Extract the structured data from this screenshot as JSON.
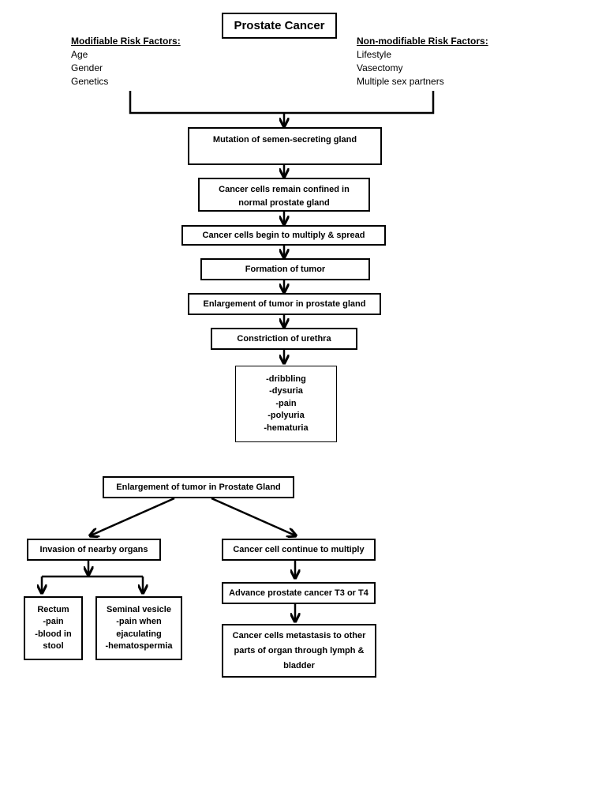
{
  "title": "Prostate Cancer",
  "modifiable": {
    "heading": "Modifiable Risk Factors:",
    "items": [
      "Age",
      "Gender",
      "Genetics"
    ]
  },
  "non_modifiable": {
    "heading": "Non-modifiable Risk Factors:",
    "items": [
      "Lifestyle",
      "Vasectomy",
      "Multiple sex partners"
    ]
  },
  "flow1": {
    "mutation": "Mutation of semen-secreting gland",
    "confined_1": "Cancer cells remain confined in",
    "confined_2": "normal prostate gland",
    "multiply": "Cancer cells begin to multiply & spread",
    "tumor": "Formation of tumor",
    "enlargement": "Enlargement of tumor in prostate gland",
    "constriction": "Constriction of urethra",
    "symptoms": [
      "-dribbling",
      "-dysuria",
      "-pain",
      "-polyuria",
      "-hematuria"
    ]
  },
  "flow2": {
    "enlargement": "Enlargement of tumor in Prostate Gland",
    "invasion": "Invasion of nearby organs",
    "continue": "Cancer cell continue to multiply",
    "rectum": [
      "Rectum",
      "-pain",
      "-blood in",
      "stool"
    ],
    "seminal": [
      "Seminal vesicle",
      "-pain when",
      "ejaculating",
      "-hematospermia"
    ],
    "advance": "Advance prostate cancer T3 or T4",
    "metastasis": [
      "Cancer cells metastasis to other",
      "parts of organ through lymph &",
      "bladder"
    ]
  }
}
